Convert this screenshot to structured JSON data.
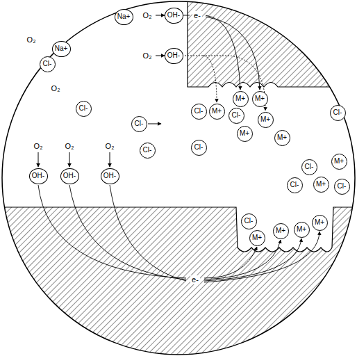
{
  "diagram": {
    "nodes": [
      {
        "text": [
          "Na+"
        ]
      },
      {
        "text": [
          "OH-"
        ]
      },
      {
        "text": [
          "Na+"
        ]
      },
      {
        "text": [
          "OH-"
        ]
      },
      {
        "text": [
          "Cl-"
        ]
      },
      {
        "text": [
          "M+"
        ]
      },
      {
        "text": [
          "M+"
        ]
      },
      {
        "text": [
          "Cl-"
        ]
      },
      {
        "text": [
          "Cl-"
        ]
      },
      {
        "text": [
          "M+"
        ]
      },
      {
        "text": [
          "Cl-"
        ]
      },
      {
        "text": [
          "Cl-"
        ]
      },
      {
        "text": [
          "M+"
        ]
      },
      {
        "text": [
          "Cl-"
        ]
      },
      {
        "text": [
          "M+"
        ]
      },
      {
        "text": [
          "M+"
        ]
      },
      {
        "text": [
          "Cl-"
        ]
      },
      {
        "text": [
          "Cl-"
        ]
      },
      {
        "text": [
          "M+"
        ]
      },
      {
        "text": [
          "Cl-"
        ]
      },
      {
        "text": [
          "OH-"
        ]
      },
      {
        "text": [
          "OH-"
        ]
      },
      {
        "text": [
          "OH-"
        ]
      },
      {
        "text": [
          "Cl-"
        ]
      },
      {
        "text": [
          "M+"
        ]
      },
      {
        "text": [
          "Cl-"
        ]
      },
      {
        "text": [
          "Cl-"
        ]
      },
      {
        "text": [
          "M+"
        ]
      },
      {
        "text": [
          "M+"
        ]
      },
      {
        "text": [
          "M+"
        ]
      },
      {
        "text": [
          "M+"
        ]
      }
    ],
    "labels": [
      "O₂",
      "O₂",
      "O₂",
      "O₂",
      "O₂",
      "O₂",
      "O₂",
      "e-",
      "e-"
    ]
  }
}
